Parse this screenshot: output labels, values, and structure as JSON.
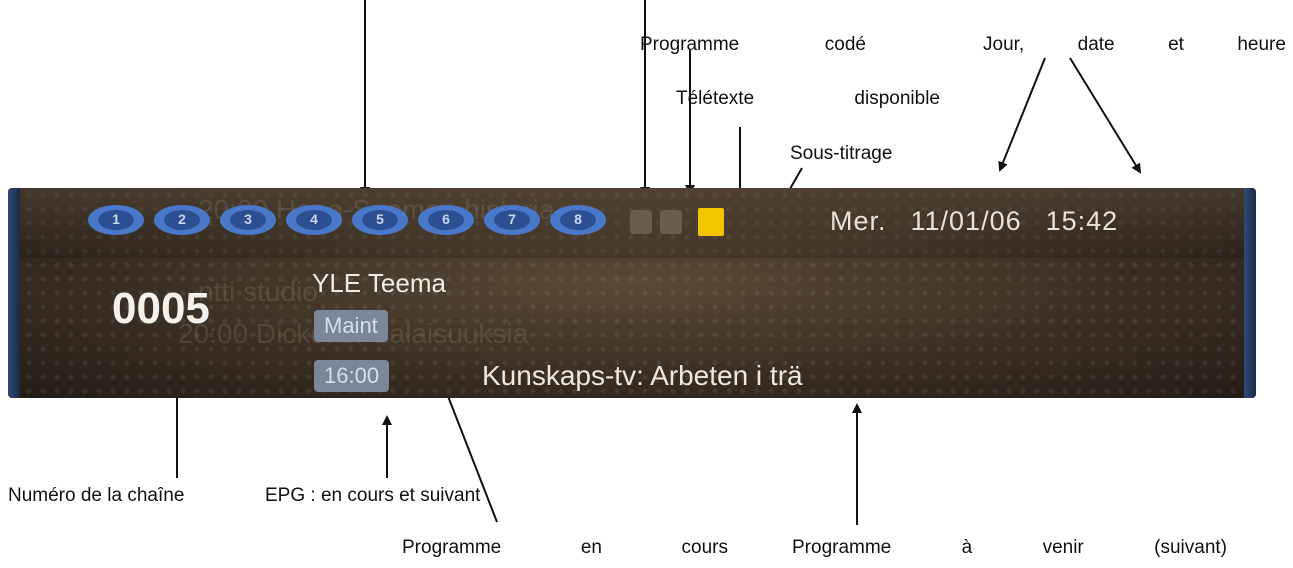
{
  "osd": {
    "favorites": [
      "1",
      "2",
      "3",
      "4",
      "5",
      "6",
      "7",
      "8"
    ],
    "day": "Mer.",
    "date": "11/01/06",
    "time": "15:42",
    "channel_number": "0005",
    "channel_name": "YLE Teema",
    "current_tag": "Maint",
    "next_time": "16:00",
    "next_title": "Kunskaps-tv: Arbeten i trä"
  },
  "labels": {
    "programme_code": [
      "Programme",
      "codé"
    ],
    "jour_date_heure": [
      "Jour,",
      "date",
      "et",
      "heure"
    ],
    "teletexte": [
      "Télétexte",
      "disponible"
    ],
    "sous_titrage": "Sous-titrage",
    "numero_chaine": "Numéro de la chaîne",
    "epg": "EPG : en cours et suivant",
    "programme_en_cours": [
      "Programme",
      "en",
      "cours"
    ],
    "programme_a_venir": [
      "Programme",
      "à",
      "venir",
      "(suivant)"
    ]
  },
  "colors": {
    "osd_background": "#3b2f24",
    "favorite_blue": "#4a78c9",
    "subtitle_icon": "#f3c400",
    "pill": "#7b8698"
  }
}
